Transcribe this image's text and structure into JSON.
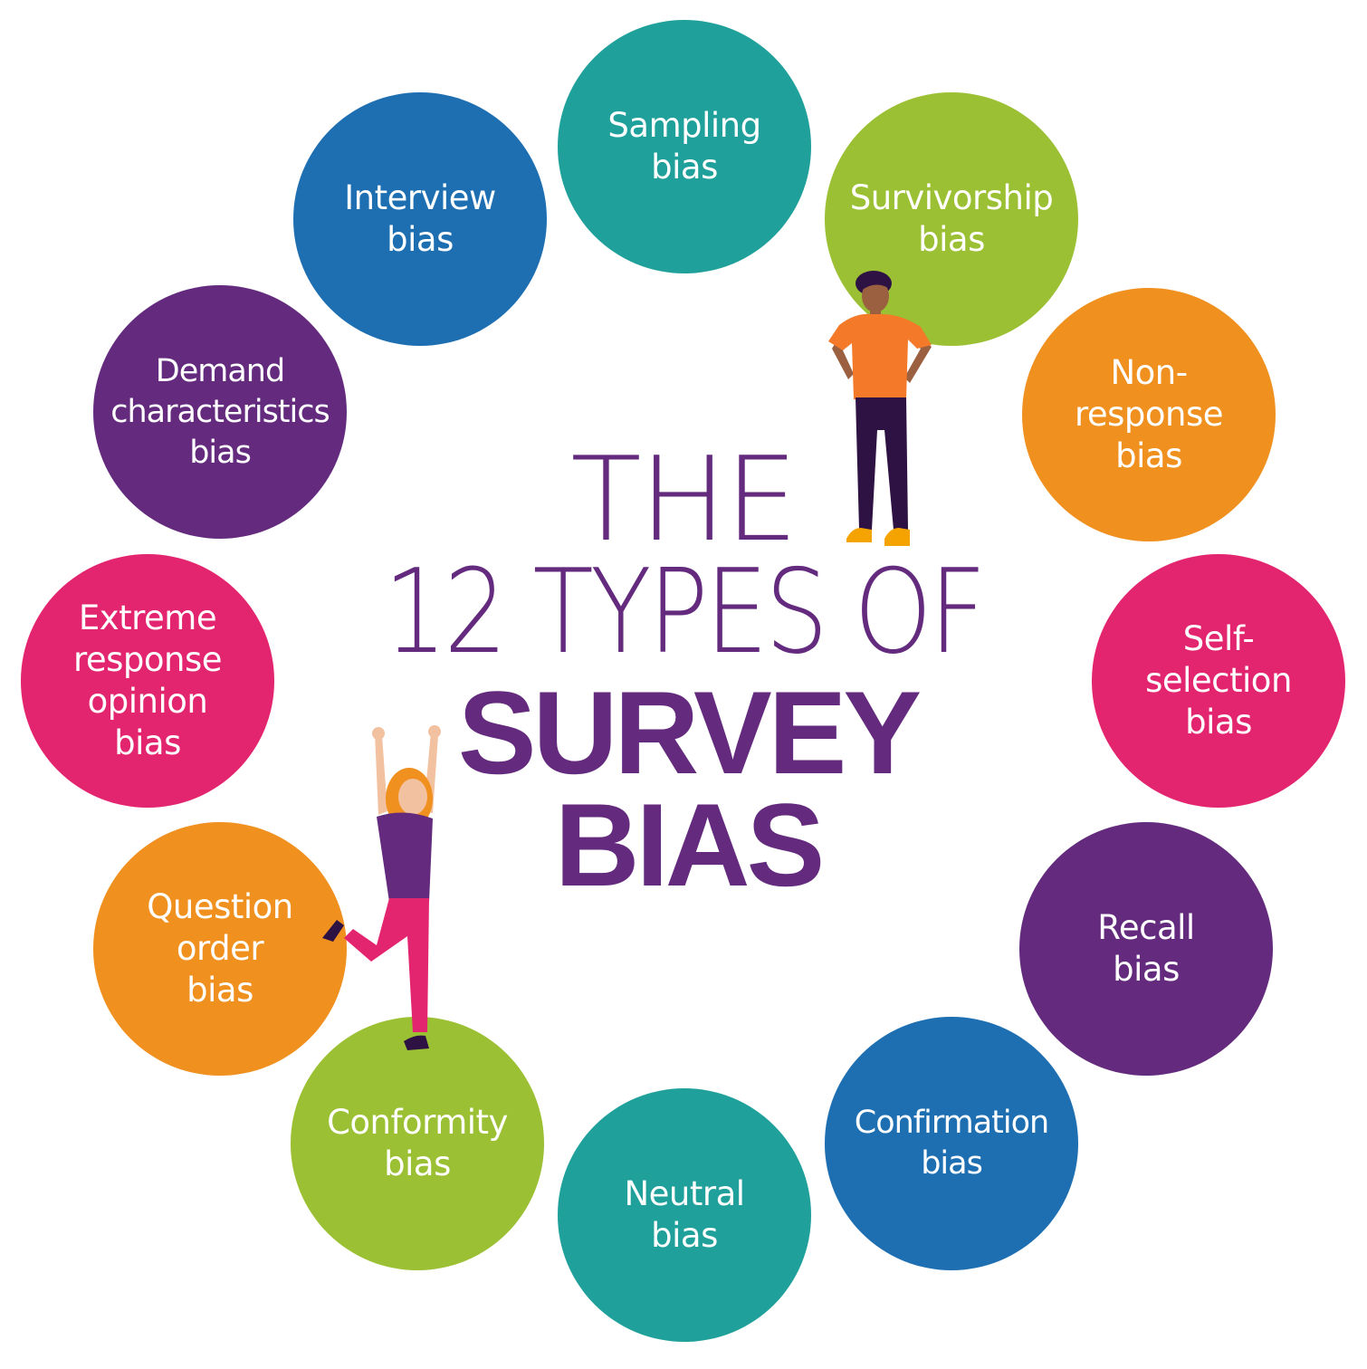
{
  "title": {
    "line1": "THE",
    "line2": "12 TYPES OF",
    "line3": "SURVEY",
    "line4": "BIAS"
  },
  "bubbles": [
    {
      "id": "sampling",
      "lines": [
        "Sampling",
        "bias"
      ],
      "color": "#20a09a"
    },
    {
      "id": "survivorship",
      "lines": [
        "Survivorship",
        "bias"
      ],
      "color": "#9bc033"
    },
    {
      "id": "nonresponse",
      "lines": [
        "Non-",
        "response",
        "bias"
      ],
      "color": "#f0901f"
    },
    {
      "id": "selfselection",
      "lines": [
        "Self-",
        "selection",
        "bias"
      ],
      "color": "#e3256f"
    },
    {
      "id": "recall",
      "lines": [
        "Recall",
        "bias"
      ],
      "color": "#632a7e"
    },
    {
      "id": "confirmation",
      "lines": [
        "Confirmation",
        "bias"
      ],
      "color": "#1e6fb2"
    },
    {
      "id": "neutral",
      "lines": [
        "Neutral",
        "bias"
      ],
      "color": "#20a09a"
    },
    {
      "id": "conformity",
      "lines": [
        "Conformity",
        "bias"
      ],
      "color": "#9bc033"
    },
    {
      "id": "questionorder",
      "lines": [
        "Question",
        "order",
        "bias"
      ],
      "color": "#f0901f"
    },
    {
      "id": "extreme",
      "lines": [
        "Extreme",
        "response",
        "opinion",
        "bias"
      ],
      "color": "#e3256f"
    },
    {
      "id": "demand",
      "lines": [
        "Demand",
        "characteristics",
        "bias"
      ],
      "color": "#632a7e"
    },
    {
      "id": "interview",
      "lines": [
        "Interview",
        "bias"
      ],
      "color": "#1e6fb2"
    }
  ],
  "colors": {
    "title": "#632a7e",
    "man_shirt": "#f47a2a",
    "man_pants": "#2e1244",
    "woman_top": "#632a7e",
    "woman_pants": "#e3256f",
    "woman_hair": "#f0901f"
  }
}
